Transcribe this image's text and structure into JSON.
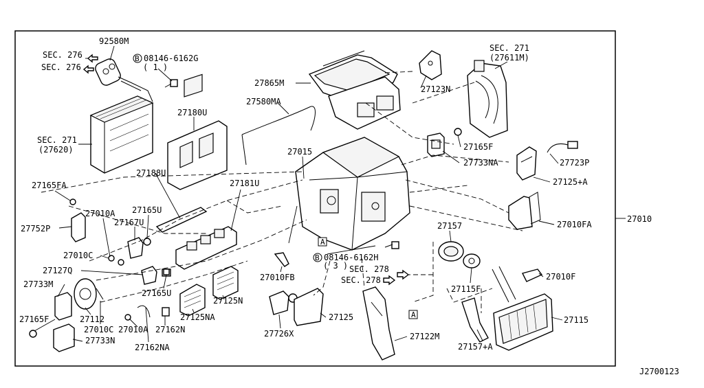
{
  "diagram_id": "J2700123",
  "assembly_label": "27010",
  "callouts": {
    "c92580M": "92580M",
    "sec276a": "SEC. 276",
    "sec276b": "SEC. 276",
    "bolt1": "08146-6162G",
    "bolt1_qty": "( 1 )",
    "sec271a": "SEC. 271",
    "sec271a_sub": "(27620)",
    "c27180U": "27180U",
    "c27580MA": "27580MA",
    "c27865M": "27865M",
    "c27123N": "27123N",
    "sec271b": "SEC. 271",
    "sec271b_sub": "(27611M)",
    "c27165F_top": "27165F",
    "c27733NA": "27733NA",
    "c27723P": "27723P",
    "c27125A": "27125+A",
    "c27010FA": "27010FA",
    "c27015": "27015",
    "c27188U": "27188U",
    "c27181U": "27181U",
    "c27165FA": "27165FA",
    "c27010A_top": "27010A",
    "c27165U_top": "27165U",
    "c27167U": "27167U",
    "c27752P": "27752P",
    "c27010C_top": "27010C",
    "c27127Q": "27127Q",
    "c27733M": "27733M",
    "c27165F_bot": "27165F",
    "c27112": "27112",
    "c27010C_bot": "27010C",
    "c27010A_bot": "27010A",
    "c27733N": "27733N",
    "c27162N": "27162N",
    "c27162NA": "27162NA",
    "c27165U_bot": "27165U",
    "c27125NA": "27125NA",
    "c27125N": "27125N",
    "c27010FB": "27010FB",
    "bolt2": "08146-6162H",
    "bolt2_qty": "( 3 )",
    "c27726X": "27726X",
    "c27125": "27125",
    "sec278a": "SEC. 278",
    "sec278b": "SEC. 278",
    "c27122M": "27122M",
    "c27157": "27157",
    "c27115F": "27115F",
    "c27010F": "27010F",
    "c27115": "27115",
    "c27157A": "27157+A",
    "ref_A": "A",
    "bolt_B": "B"
  }
}
